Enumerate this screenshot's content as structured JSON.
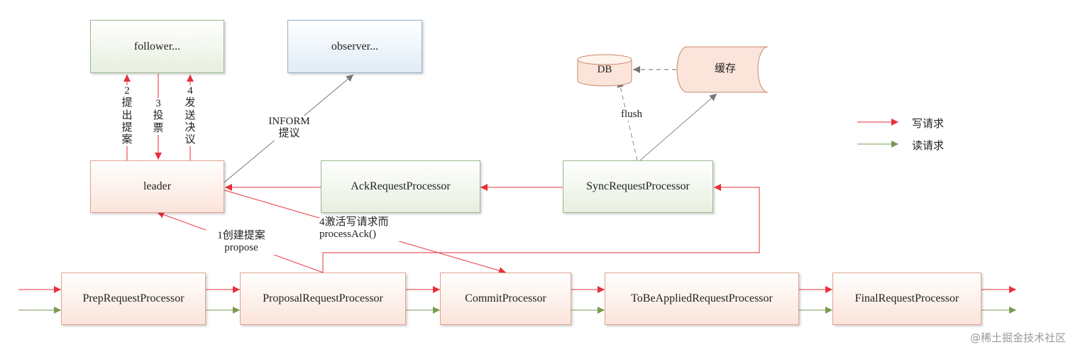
{
  "nodes": {
    "follower": "follower...",
    "observer": "observer...",
    "db": "DB",
    "cache": "缓存",
    "leader": "leader",
    "ack": "AckRequestProcessor",
    "sync": "SyncRequestProcessor",
    "prep": "PrepRequestProcessor",
    "proposal": "ProposalRequestProcessor",
    "commit": "CommitProcessor",
    "tobe": "ToBeAppliedRequestProcessor",
    "final": "FinalRequestProcessor"
  },
  "edge_labels": {
    "step2": "2提出提案",
    "step3": "3投票",
    "step4": "4发送决议",
    "inform_1": "INFORM",
    "inform_2": "提议",
    "flush": "flush",
    "create_1": "1创建提案",
    "create_2": "propose",
    "activate_1": "4激活写请求而",
    "activate_2": "processAck()"
  },
  "legend": {
    "write": "写请求",
    "read": "读请求"
  },
  "colors": {
    "write": "#e8303a",
    "read": "#7a9a4e",
    "gray": "#777777"
  },
  "watermark": "@稀土掘金技术社区"
}
